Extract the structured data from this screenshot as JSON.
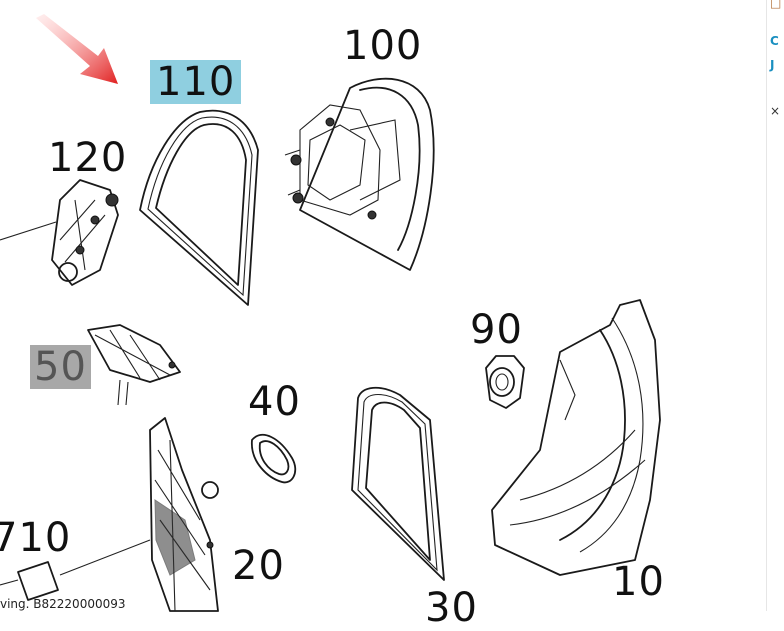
{
  "diagram": {
    "parts": [
      {
        "id": "p110",
        "label": "110",
        "highlight": "blue"
      },
      {
        "id": "p100",
        "label": "100",
        "highlight": "none"
      },
      {
        "id": "p120",
        "label": "120",
        "highlight": "none"
      },
      {
        "id": "p90",
        "label": "90",
        "highlight": "none"
      },
      {
        "id": "p50",
        "label": "50",
        "highlight": "gray"
      },
      {
        "id": "p40",
        "label": "40",
        "highlight": "none"
      },
      {
        "id": "p710",
        "label": "710",
        "highlight": "none"
      },
      {
        "id": "p20",
        "label": "20",
        "highlight": "none"
      },
      {
        "id": "p10",
        "label": "10",
        "highlight": "none"
      },
      {
        "id": "p30",
        "label": "30",
        "highlight": "none"
      }
    ],
    "caption": "ving. B82220000093",
    "colors": {
      "arrow": "#e02020",
      "highlight_blue": "#8fcfe0",
      "highlight_gray": "#a8a8a8",
      "linework": "#1a1a1a"
    },
    "side_glyphs": [
      "□",
      "C",
      "J",
      "×"
    ]
  }
}
